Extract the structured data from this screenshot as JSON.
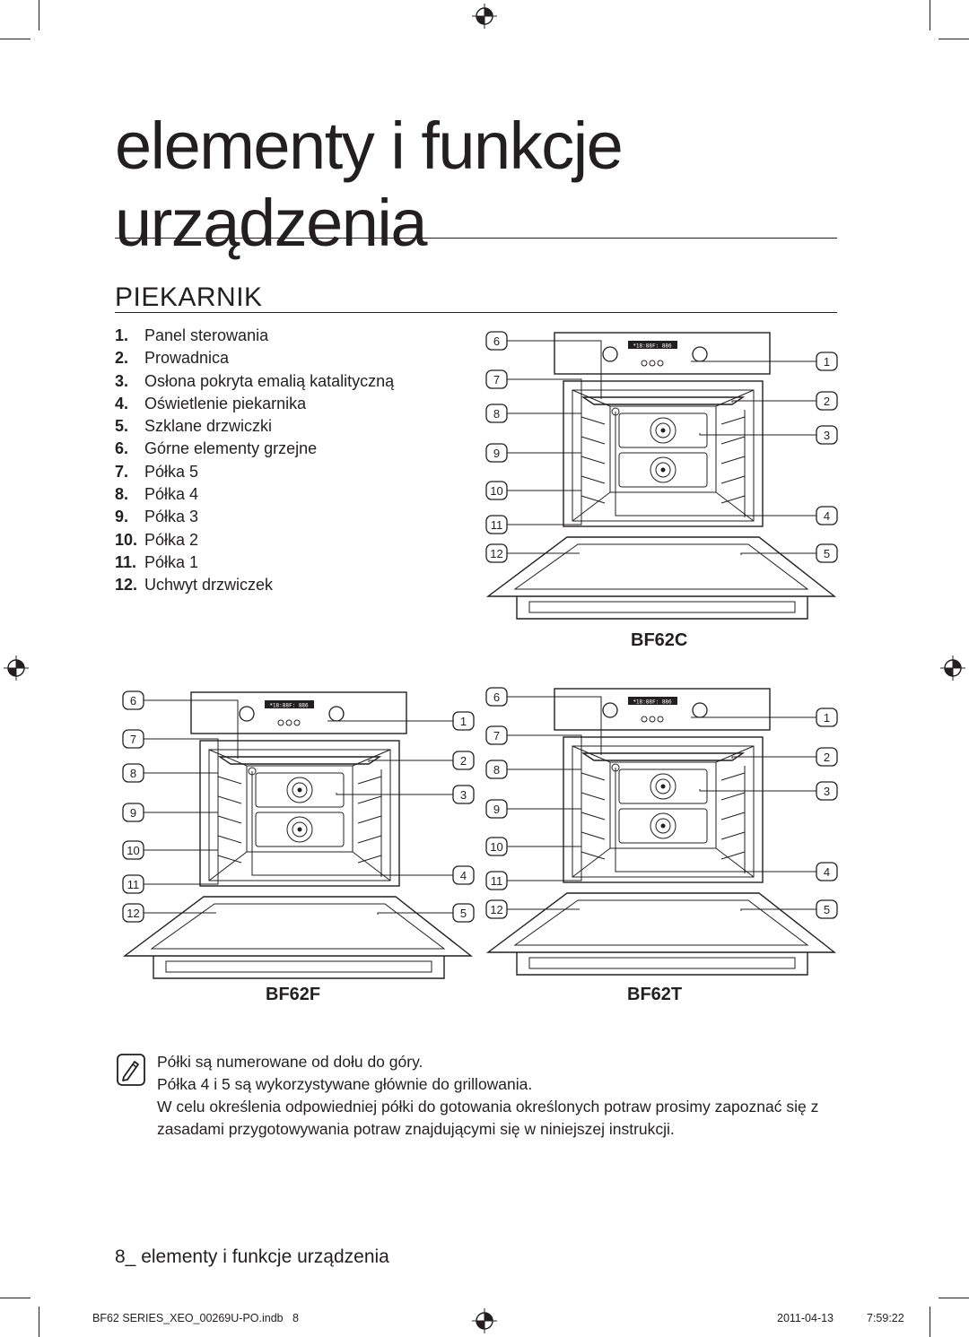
{
  "page": {
    "title_line1": "elementy i funkcje",
    "title_line2": "urządzenia",
    "section_heading": "PIEKARNIK"
  },
  "legend": [
    {
      "num": "1.",
      "label": "Panel sterowania"
    },
    {
      "num": "2.",
      "label": "Prowadnica"
    },
    {
      "num": "3.",
      "label": "Osłona pokryta emalią katalityczną"
    },
    {
      "num": "4.",
      "label": "Oświetlenie piekarnika"
    },
    {
      "num": "5.",
      "label": "Szklane drzwiczki"
    },
    {
      "num": "6.",
      "label": "Górne elementy grzejne"
    },
    {
      "num": "7.",
      "label": "Półka 5"
    },
    {
      "num": "8.",
      "label": "Półka 4"
    },
    {
      "num": "9.",
      "label": "Półka 3"
    },
    {
      "num": "10.",
      "label": "Półka 2"
    },
    {
      "num": "11.",
      "label": "Półka 1"
    },
    {
      "num": "12.",
      "label": "Uchwyt drzwiczek"
    }
  ],
  "diagrams": {
    "bf62c": {
      "model": "BF62C",
      "display_text": "*18:88F: 886"
    },
    "bf62f": {
      "model": "BF62F",
      "display_text": "*18:88F: 886"
    },
    "bf62t": {
      "model": "BF62T",
      "display_text": "*18:88F: 886"
    },
    "left_callouts": [
      "6",
      "7",
      "8",
      "9",
      "10",
      "11",
      "12"
    ],
    "right_callouts": [
      "1",
      "2",
      "3",
      "4",
      "5"
    ]
  },
  "note": {
    "icon": "pencil-note-icon",
    "line1": "Półki są numerowane od dołu do góry.",
    "line2": "Półka 4 i 5 są wykorzystywane głównie do grillowania.",
    "line3": "W celu określenia odpowiedniej półki do gotowania określonych potraw prosimy zapoznać się z zasadami przygotowywania potraw znajdującymi się w niniejszej instrukcji."
  },
  "footer": {
    "page_label": "8_ elementy i funkcje urządzenia",
    "file_name": "BF62 SERIES_XEO_00269U-PO.indb   8",
    "date": "2011-04-13",
    "time": "7:59:22"
  }
}
